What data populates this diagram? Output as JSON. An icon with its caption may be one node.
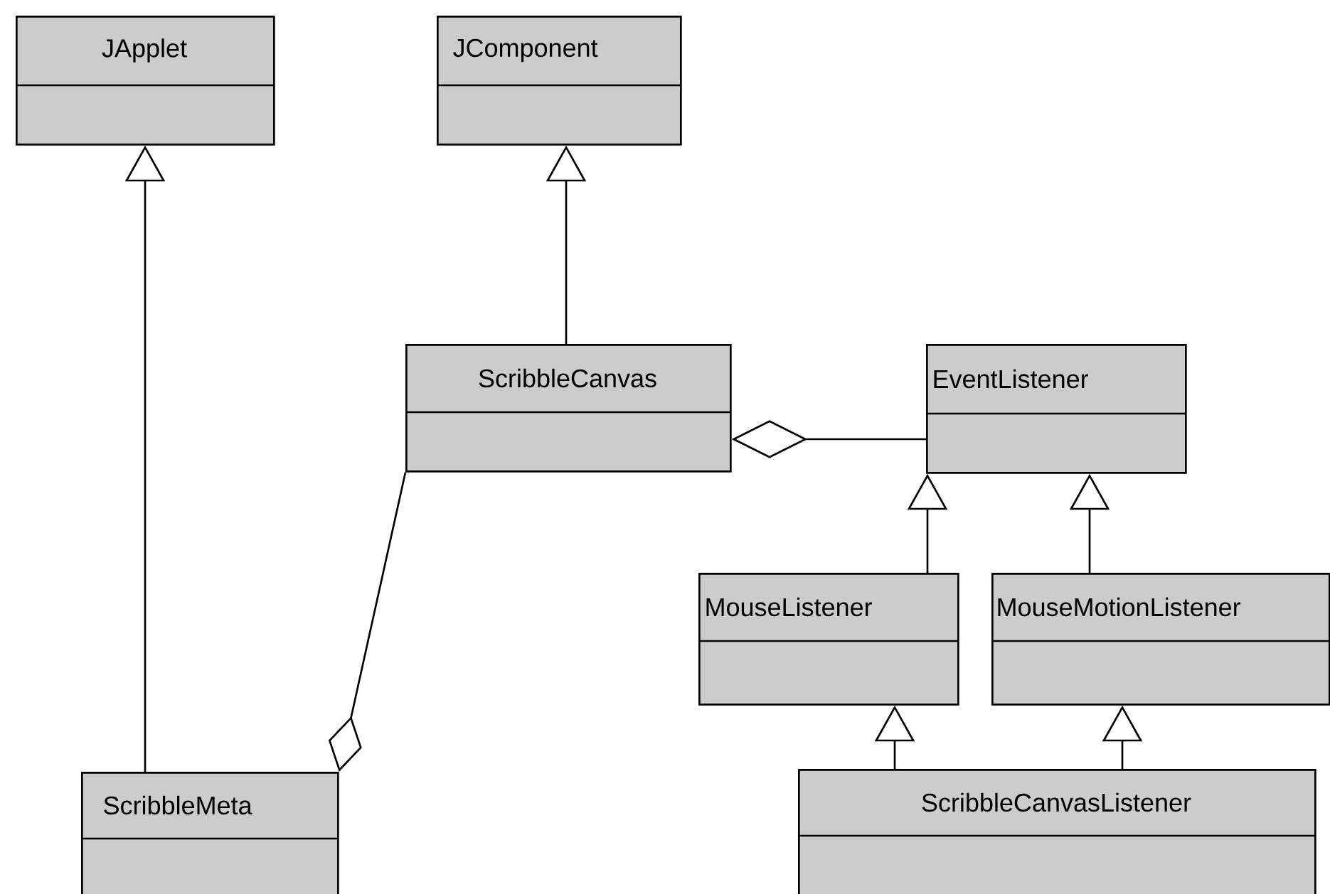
{
  "diagram": {
    "nodes": [
      {
        "text": [
          "JApplet"
        ]
      },
      {
        "text": [
          "JComponent"
        ]
      },
      {
        "text": [
          "ScribbleCanvas"
        ]
      },
      {
        "text": [
          "EventListener"
        ]
      },
      {
        "text": [
          "MouseListener"
        ]
      },
      {
        "text": [
          "MouseMotionListener"
        ]
      },
      {
        "text": [
          "ScribbleCanvasListener"
        ]
      },
      {
        "text": [
          "ScribbleMeta"
        ]
      }
    ],
    "edges": [
      {
        "from": 7,
        "to": 0,
        "arrow": "to"
      },
      {
        "from": 2,
        "to": 1,
        "arrow": "to"
      },
      {
        "from": 3,
        "to": 2,
        "arrow": "other"
      },
      {
        "from": 4,
        "to": 3,
        "arrow": "to"
      },
      {
        "from": 5,
        "to": 3,
        "arrow": "to"
      },
      {
        "from": 6,
        "to": 4,
        "arrow": "to"
      },
      {
        "from": 6,
        "to": 5,
        "arrow": "to"
      },
      {
        "from": 2,
        "to": 7,
        "arrow": "other"
      }
    ]
  }
}
